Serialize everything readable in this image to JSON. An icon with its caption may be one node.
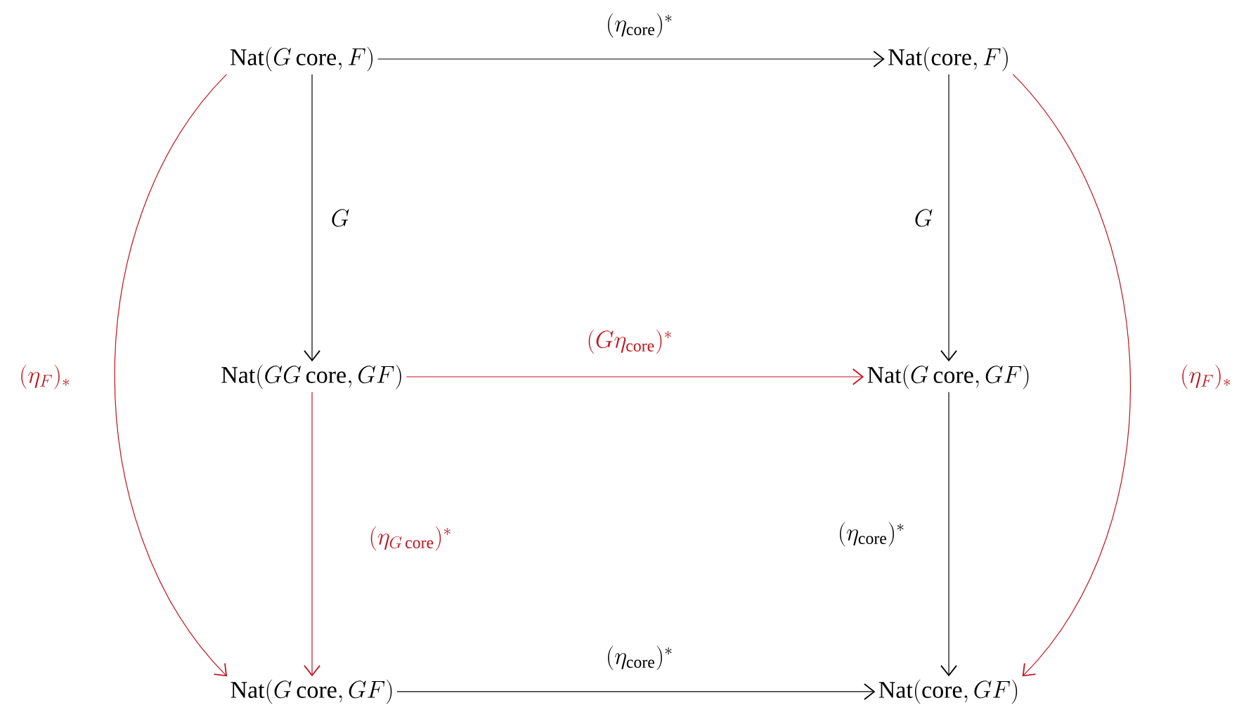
{
  "diagram": {
    "nodes": [
      {
        "text": [
          "\\mathrm{Nat}(G\\,\\mathrm{core},F)"
        ]
      },
      {
        "text": [
          "\\mathrm{Nat}(\\mathrm{core},F)"
        ]
      },
      {
        "text": [
          "\\mathrm{Nat}(GG\\,\\mathrm{core},GF)"
        ]
      },
      {
        "text": [
          "\\mathrm{Nat}(G\\,\\mathrm{core},GF)"
        ]
      },
      {
        "text": [
          "\\mathrm{Nat}(G\\,\\mathrm{core},GF)"
        ]
      },
      {
        "text": [
          "\\mathrm{Nat}(\\mathrm{core},GF)"
        ]
      }
    ],
    "edges": [
      {
        "from": 0,
        "to": 1,
        "arrow": "to",
        "label": "(\\eta_{\\mathrm{core}})^*"
      },
      {
        "from": 0,
        "to": 2,
        "arrow": "to",
        "label": "G"
      },
      {
        "from": 1,
        "to": 3,
        "arrow": "to",
        "label": "G"
      },
      {
        "from": 2,
        "to": 3,
        "arrow": "to",
        "label": "(G\\eta_{\\mathrm{core}})^*",
        "color": "#c0141e"
      },
      {
        "from": 2,
        "to": 4,
        "arrow": "to",
        "label": "(\\eta_{G\\,\\mathrm{core}})^*",
        "color": "#c0141e"
      },
      {
        "from": 3,
        "to": 5,
        "arrow": "to",
        "label": "(\\eta_{\\mathrm{core}})^*"
      },
      {
        "from": 4,
        "to": 5,
        "arrow": "to",
        "label": "(\\eta_{\\mathrm{core}})^*"
      },
      {
        "from": 0,
        "to": 4,
        "arrow": "to",
        "label": "(\\eta_F)_*",
        "color": "#c0141e"
      },
      {
        "from": 1,
        "to": 5,
        "arrow": "to",
        "label": "(\\eta_F)_*",
        "color": "#c0141e"
      }
    ]
  }
}
